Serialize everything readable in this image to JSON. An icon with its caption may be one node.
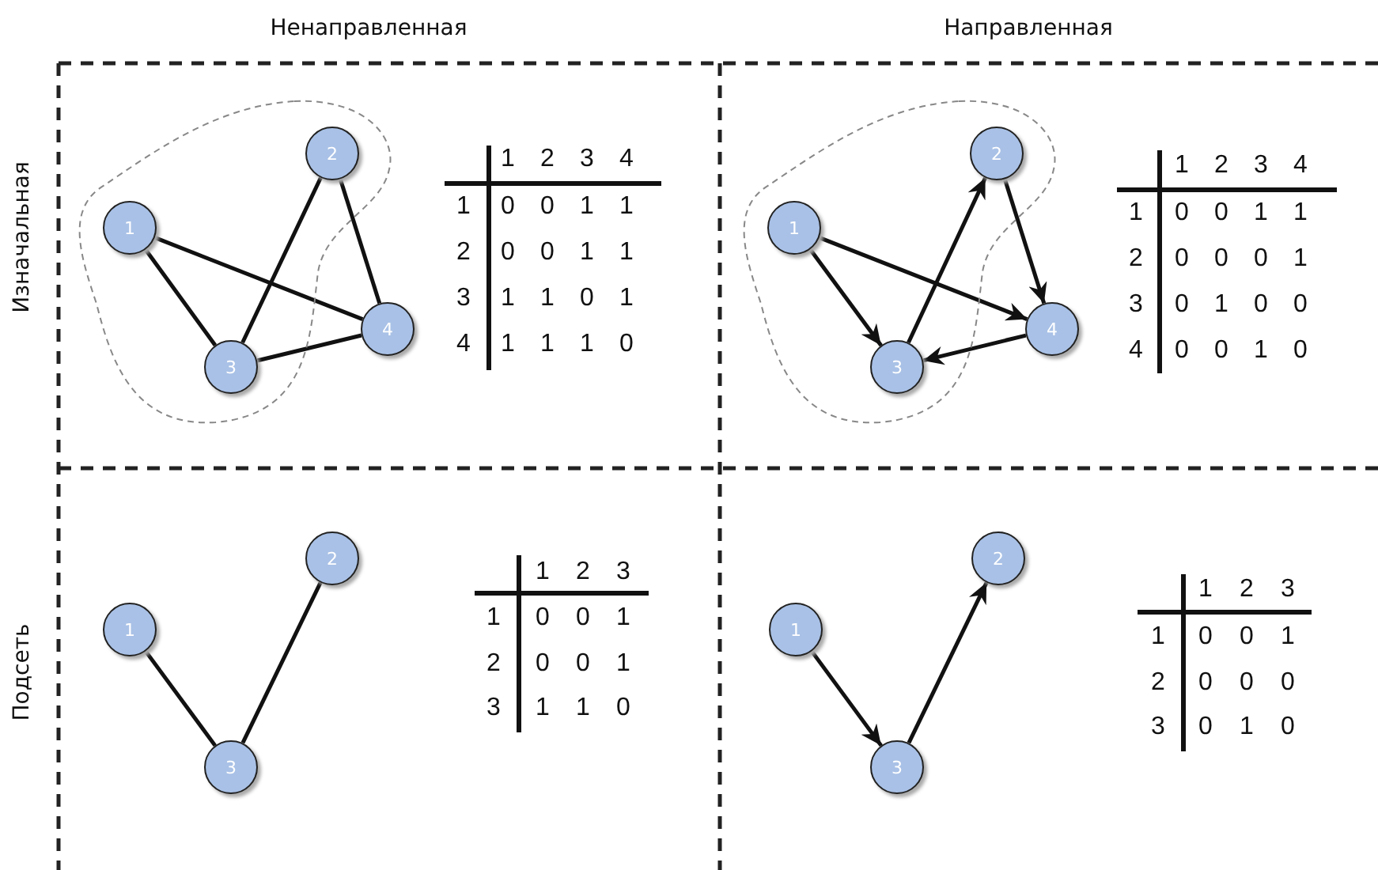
{
  "diagram": {
    "nodes": [
      {
        "text": [],
        "shape": "blob"
      },
      {
        "text": [
          "1"
        ],
        "in": 0
      },
      {
        "text": [
          "2"
        ],
        "in": 0
      },
      {
        "text": [
          "3"
        ],
        "in": 0
      },
      {
        "text": [
          "4"
        ]
      },
      {
        "text": [],
        "shape": "blob"
      },
      {
        "text": [
          "1"
        ],
        "in": 5
      },
      {
        "text": [
          "2"
        ],
        "in": 5
      },
      {
        "text": [
          "3"
        ],
        "in": 5
      },
      {
        "text": [
          "4"
        ]
      },
      {
        "text": [
          "1"
        ]
      },
      {
        "text": [
          "2"
        ]
      },
      {
        "text": [
          "3"
        ]
      },
      {
        "text": [
          "1"
        ]
      },
      {
        "text": [
          "2"
        ]
      },
      {
        "text": [
          "3"
        ]
      }
    ],
    "edges": [
      {
        "from": 1,
        "to": 3,
        "arrow": "none"
      },
      {
        "from": 1,
        "to": 4,
        "arrow": "none"
      },
      {
        "from": 2,
        "to": 3,
        "arrow": "none"
      },
      {
        "from": 2,
        "to": 4,
        "arrow": "none"
      },
      {
        "from": 3,
        "to": 4,
        "arrow": "none"
      },
      {
        "from": 6,
        "to": 8,
        "arrow": "to"
      },
      {
        "from": 6,
        "to": 9,
        "arrow": "to"
      },
      {
        "from": 8,
        "to": 7,
        "arrow": "to"
      },
      {
        "from": 7,
        "to": 9,
        "arrow": "to"
      },
      {
        "from": 9,
        "to": 8,
        "arrow": "to"
      },
      {
        "from": 10,
        "to": 12,
        "arrow": "none"
      },
      {
        "from": 11,
        "to": 12,
        "arrow": "none"
      },
      {
        "from": 13,
        "to": 15,
        "arrow": "to"
      },
      {
        "from": 15,
        "to": 14,
        "arrow": "to"
      }
    ],
    "labels": [
      "Ненаправленная",
      "Направленная",
      "Изначальная",
      "Подсеть",
      "1",
      "2",
      "3",
      "4",
      "1",
      "0",
      "0",
      "1",
      "1",
      "2",
      "0",
      "0",
      "1",
      "1",
      "3",
      "1",
      "1",
      "0",
      "1",
      "4",
      "1",
      "1",
      "1",
      "0",
      "1",
      "2",
      "3",
      "4",
      "1",
      "0",
      "0",
      "1",
      "1",
      "2",
      "0",
      "0",
      "0",
      "1",
      "3",
      "0",
      "1",
      "0",
      "0",
      "4",
      "0",
      "0",
      "1",
      "0",
      "1",
      "2",
      "3",
      "1",
      "0",
      "0",
      "1",
      "2",
      "0",
      "0",
      "1",
      "3",
      "1",
      "1",
      "0",
      "1",
      "2",
      "3",
      "1",
      "0",
      "0",
      "1",
      "2",
      "0",
      "0",
      "0",
      "3",
      "0",
      "1",
      "0"
    ]
  }
}
